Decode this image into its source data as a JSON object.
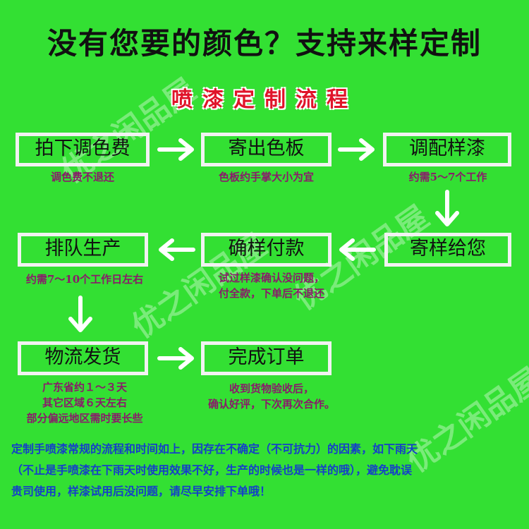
{
  "headline": "没有您要的颜色？支持来样定制",
  "subtitle": "喷漆定制流程",
  "steps": {
    "s1": {
      "label": "拍下调色费",
      "note": "调色费不退还"
    },
    "s2": {
      "label": "寄出色板",
      "note": "色板约手掌大小为宜"
    },
    "s3": {
      "label": "调配样漆",
      "note": "约需5～7个工作"
    },
    "s4": {
      "label": "寄样给您",
      "note": ""
    },
    "s5": {
      "label": "确样付款",
      "note1": "试过样漆确认没问题，",
      "note2": "付全款，下单后不退还"
    },
    "s6": {
      "label": "排队生产",
      "note": "约需7～10个工作日左右"
    },
    "s7": {
      "label": "物流发货",
      "note1": "广东省约１～３天",
      "note2": "其它区域６天左右",
      "note3": "部分偏远地区需时要长些"
    },
    "s8": {
      "label": "完成订单",
      "note1": "收到货物验收后，",
      "note2": "确认好评，下次再次合作。"
    }
  },
  "footer": {
    "line1": "定制手喷漆常规的流程和时间如上，因存在不确定（不可抗力）的因素，如下雨天",
    "line2": "（不止是手喷漆在下雨天时使用效果不好，生产的时候也是一样的哦），避免耽误",
    "line3": "贵司使用，样漆试用后没问题，请尽早安排下单哦！"
  },
  "watermark": "优之闲品屋",
  "colors": {
    "background": "#33e033",
    "title_red": "#e0142a",
    "note_purple": "#8a1a6a",
    "footer_blue": "#1440c8"
  }
}
